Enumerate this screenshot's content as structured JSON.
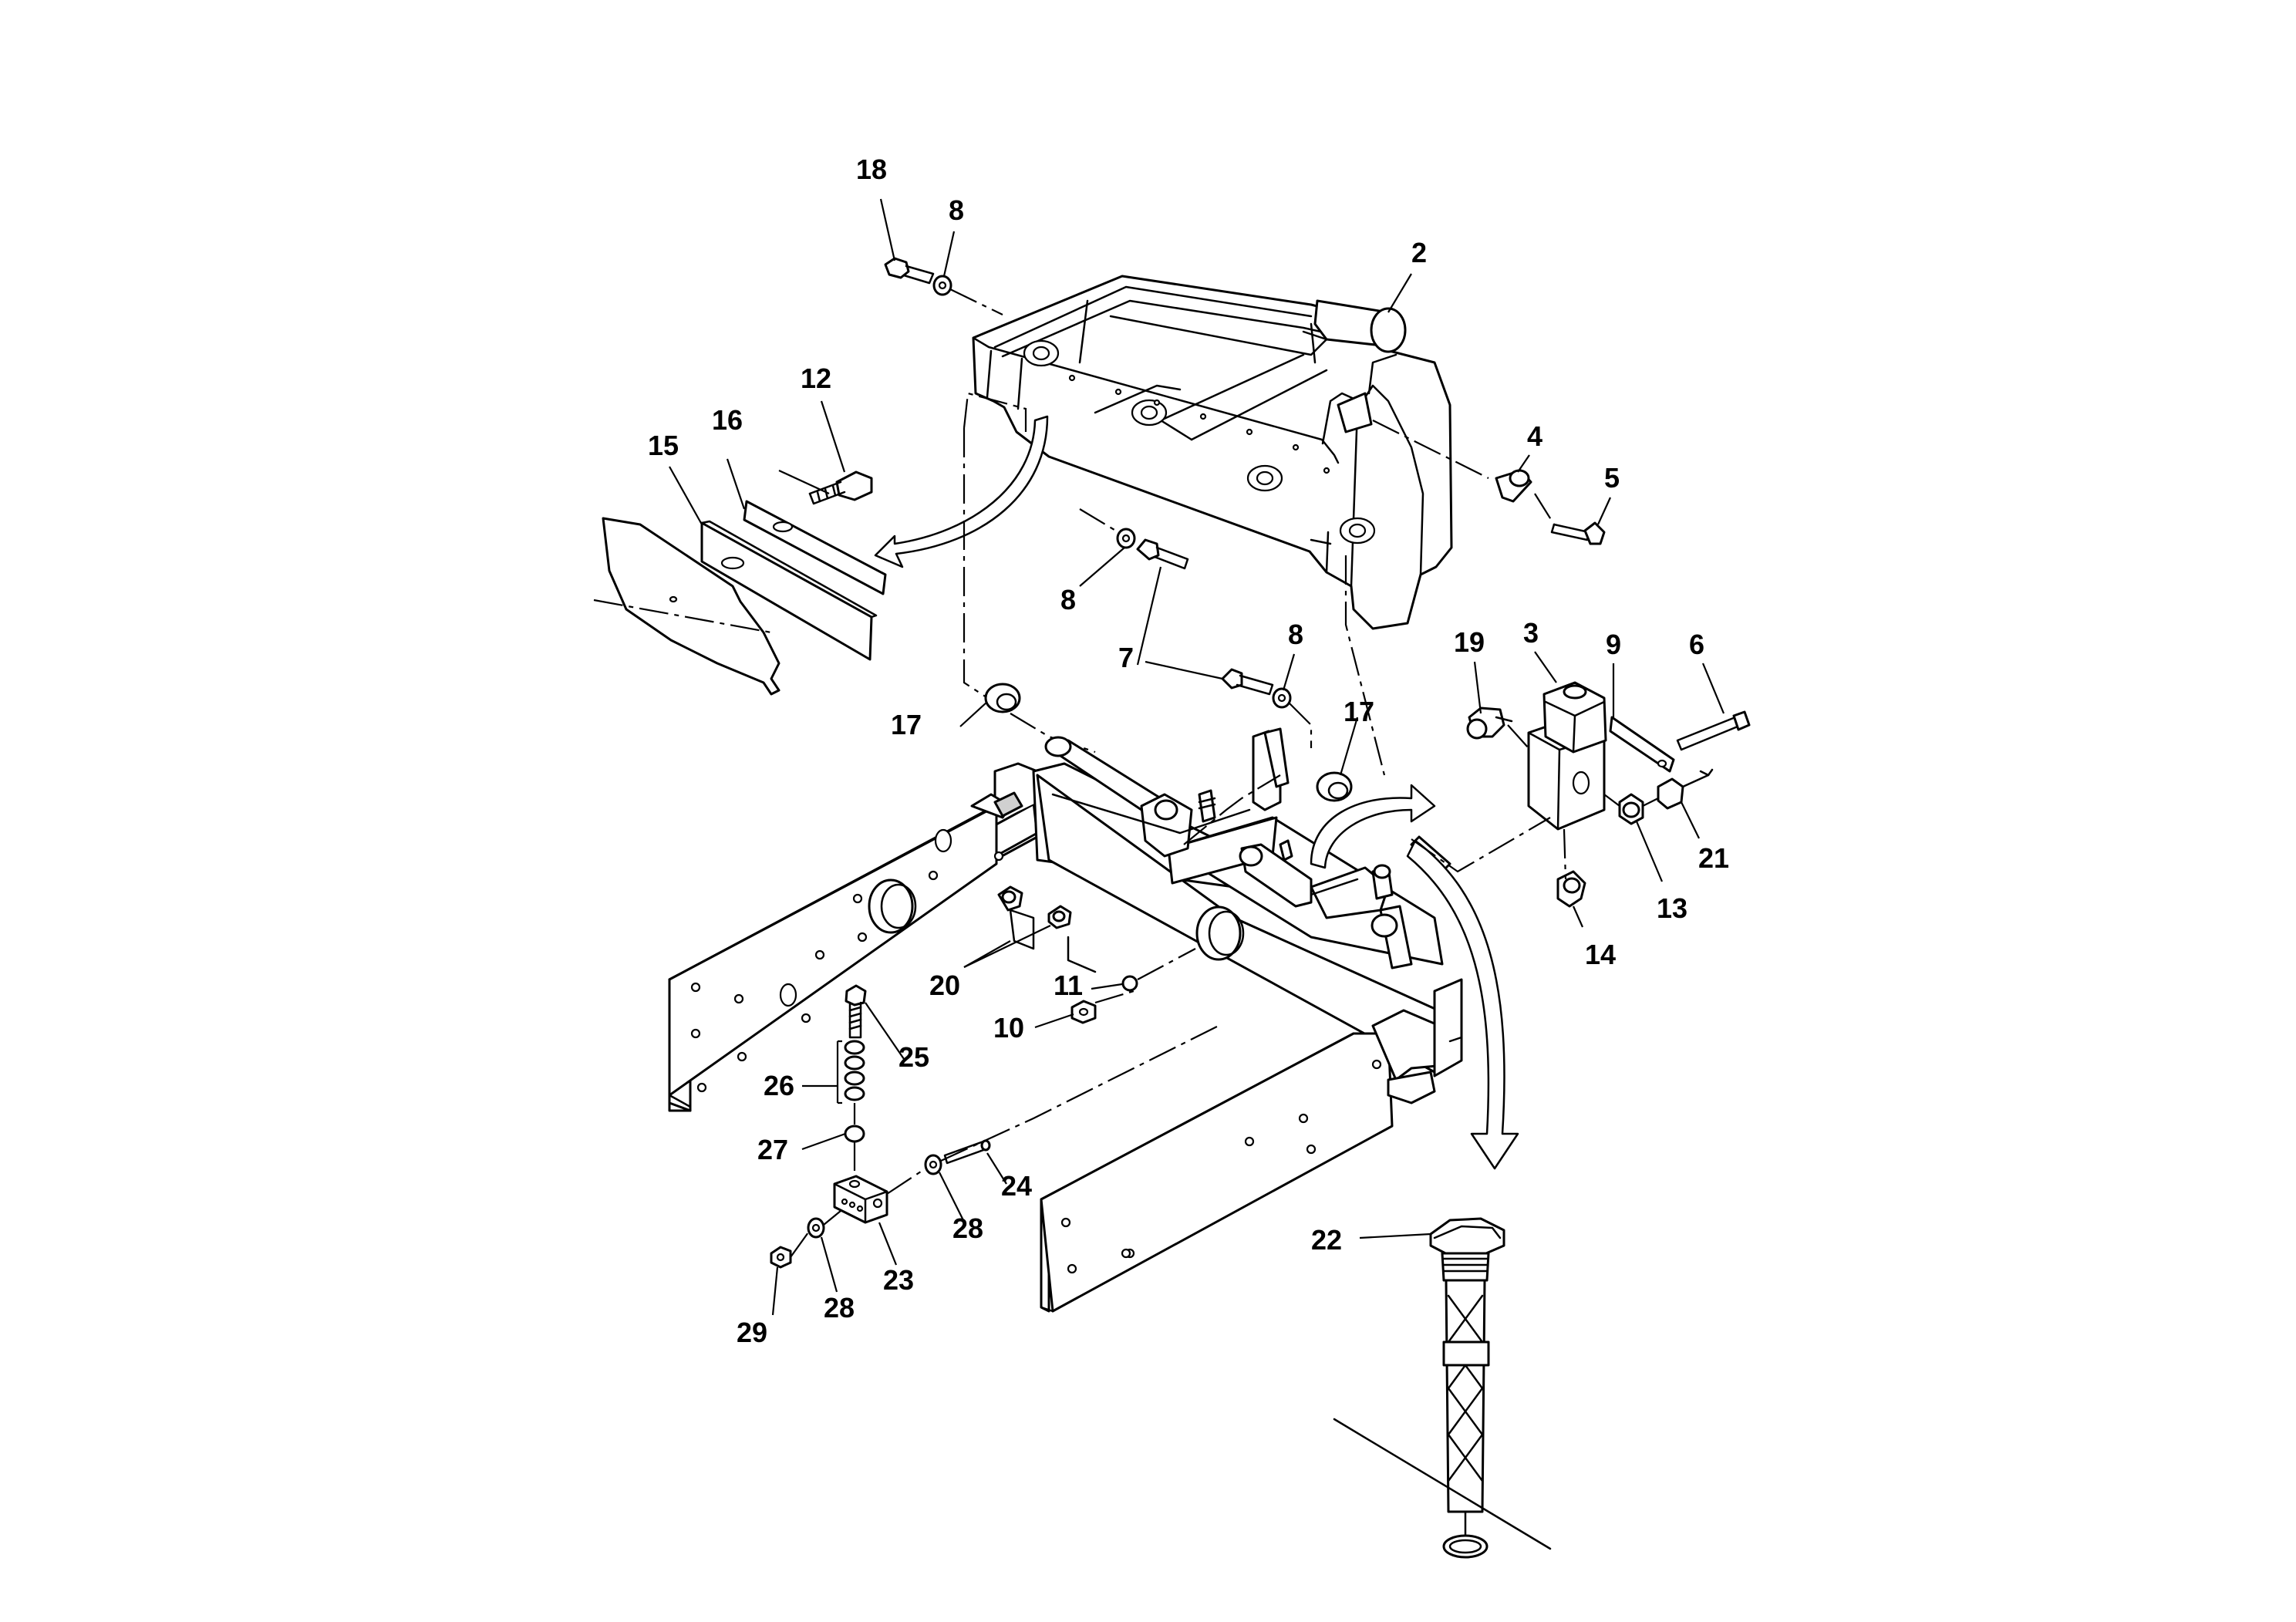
{
  "callouts": [
    {
      "id": "c18",
      "text": "18"
    },
    {
      "id": "c8a",
      "text": "8"
    },
    {
      "id": "c2",
      "text": "2"
    },
    {
      "id": "c12",
      "text": "12"
    },
    {
      "id": "c15",
      "text": "15"
    },
    {
      "id": "c16",
      "text": "16"
    },
    {
      "id": "c4",
      "text": "4"
    },
    {
      "id": "c5",
      "text": "5"
    },
    {
      "id": "c8b",
      "text": "8"
    },
    {
      "id": "c7",
      "text": "7"
    },
    {
      "id": "c8c",
      "text": "8"
    },
    {
      "id": "c3",
      "text": "3"
    },
    {
      "id": "c19",
      "text": "19"
    },
    {
      "id": "c9",
      "text": "9"
    },
    {
      "id": "c6",
      "text": "6"
    },
    {
      "id": "c17a",
      "text": "17"
    },
    {
      "id": "c17b",
      "text": "17"
    },
    {
      "id": "c21",
      "text": "21"
    },
    {
      "id": "c13",
      "text": "13"
    },
    {
      "id": "c14",
      "text": "14"
    },
    {
      "id": "c20",
      "text": "20"
    },
    {
      "id": "c11",
      "text": "11"
    },
    {
      "id": "c10",
      "text": "10"
    },
    {
      "id": "c25",
      "text": "25"
    },
    {
      "id": "c26",
      "text": "26"
    },
    {
      "id": "c27",
      "text": "27"
    },
    {
      "id": "c24",
      "text": "24"
    },
    {
      "id": "c28a",
      "text": "28"
    },
    {
      "id": "c23",
      "text": "23"
    },
    {
      "id": "c28b",
      "text": "28"
    },
    {
      "id": "c29",
      "text": "29"
    },
    {
      "id": "c22",
      "text": "22"
    }
  ]
}
